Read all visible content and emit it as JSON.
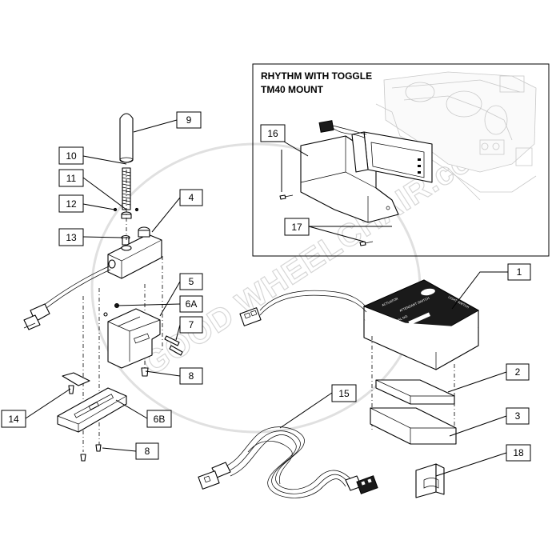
{
  "inset": {
    "title_line1": "RHYTHM WITH TOGGLE",
    "title_line2": "TM40 MOUNT"
  },
  "watermark": {
    "text": "GOOD WHEELCHAIR.com"
  },
  "callouts": {
    "c1": "1",
    "c2": "2",
    "c3": "3",
    "c4": "4",
    "c5": "5",
    "c6a": "6A",
    "c6b": "6B",
    "c7": "7",
    "c8a": "8",
    "c8b": "8",
    "c9": "9",
    "c10": "10",
    "c11": "11",
    "c12": "12",
    "c13": "13",
    "c14": "14",
    "c15": "15",
    "c16": "16",
    "c17": "17",
    "c18": "18"
  },
  "module_labels": {
    "actuator": "ACTUATOR",
    "attendant": "ATTENDANT SWITCH",
    "light": "LIGHT SWITCH",
    "serial": "SERIAL NO."
  }
}
